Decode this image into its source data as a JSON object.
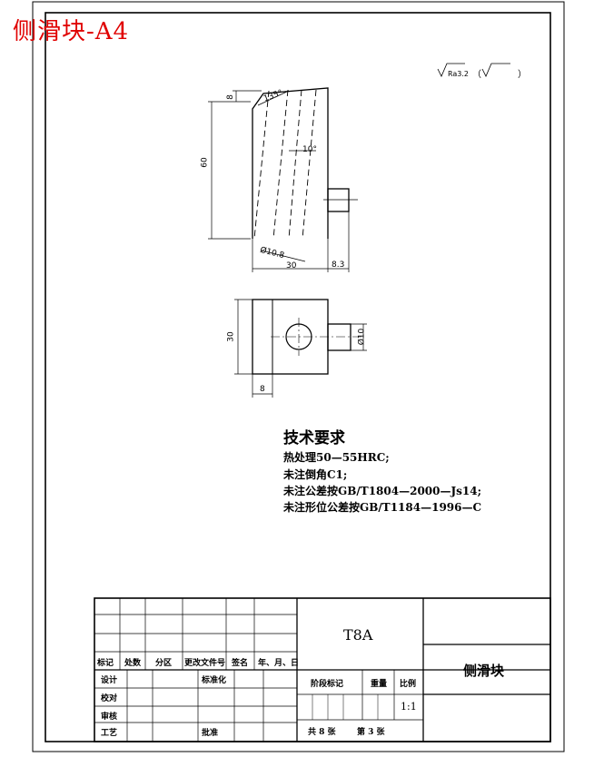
{
  "document": {
    "title": "侧滑块-A4"
  },
  "surface_finish": {
    "label": "Ra3.2",
    "other": "（",
    "other_close": "）"
  },
  "dimensions": {
    "chamfer_top": "8",
    "angle_top": "135°",
    "angle_side": "10°",
    "height": "60",
    "hole_dia": "Ø10.8",
    "width": "30",
    "boss_len": "8.3",
    "plan_height": "30",
    "boss_dia": "Ø10",
    "plan_offset": "8"
  },
  "technical_requirements": {
    "heading": "技术要求",
    "items": [
      "热处理50—55HRC;",
      "未注倒角C1;",
      "未注公差按GB/T1804—2000—Js14;",
      "未注形位公差按GB/T1184—1996—C"
    ]
  },
  "title_block": {
    "material": "T8A",
    "part_name": "侧滑块",
    "headers": [
      "标记",
      "处数",
      "分区",
      "更改文件号",
      "签名",
      "年、月、日"
    ],
    "rows": [
      "设计",
      "校对",
      "审核",
      "工艺"
    ],
    "standardize": "标准化",
    "approve": "批准",
    "stage_mark": "阶段标记",
    "weight": "重量",
    "scale": "比例",
    "scale_value": "1:1",
    "sheets_total": "共 8 张",
    "sheet_no": "第 3 张"
  }
}
